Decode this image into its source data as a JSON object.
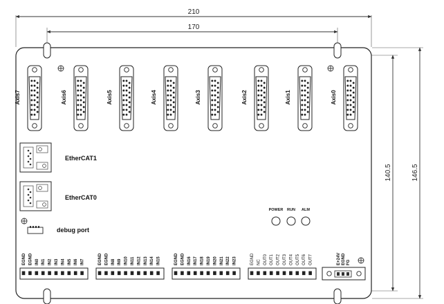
{
  "dimensions": {
    "overall_width": "210",
    "hole_spacing": "170",
    "hole_height": "140.5",
    "overall_height": "146.5"
  },
  "axes": [
    "Axis7",
    "Axis6",
    "Axis5",
    "Axis4",
    "Axis3",
    "Axis2",
    "Axis1",
    "Axis0"
  ],
  "ethercat": [
    "EtherCAT1",
    "EtherCAT0"
  ],
  "debug_port": "debug port",
  "leds": [
    "POWER",
    "RUN",
    "ALM"
  ],
  "terminal_blocks": [
    [
      "EGND",
      "EGND",
      "IN0",
      "IN1",
      "IN2",
      "IN3",
      "IN4",
      "IN5",
      "IN6",
      "IN7"
    ],
    [
      "EGND",
      "EGND",
      "IN8",
      "IN9",
      "IN10",
      "IN11",
      "IN12",
      "IN13",
      "IN14",
      "IN15"
    ],
    [
      "EGND",
      "EGND",
      "IN16",
      "IN17",
      "IN18",
      "IN19",
      "IN20",
      "IN21",
      "IN22",
      "IN23"
    ],
    [
      "EGND",
      "NC",
      "OUT0",
      "OUT1",
      "OUT2",
      "OUT3",
      "OUT4",
      "OUT5",
      "OUT6",
      "OUT7"
    ]
  ],
  "power_terminal": [
    "E+24V",
    "EGND",
    "FG"
  ]
}
